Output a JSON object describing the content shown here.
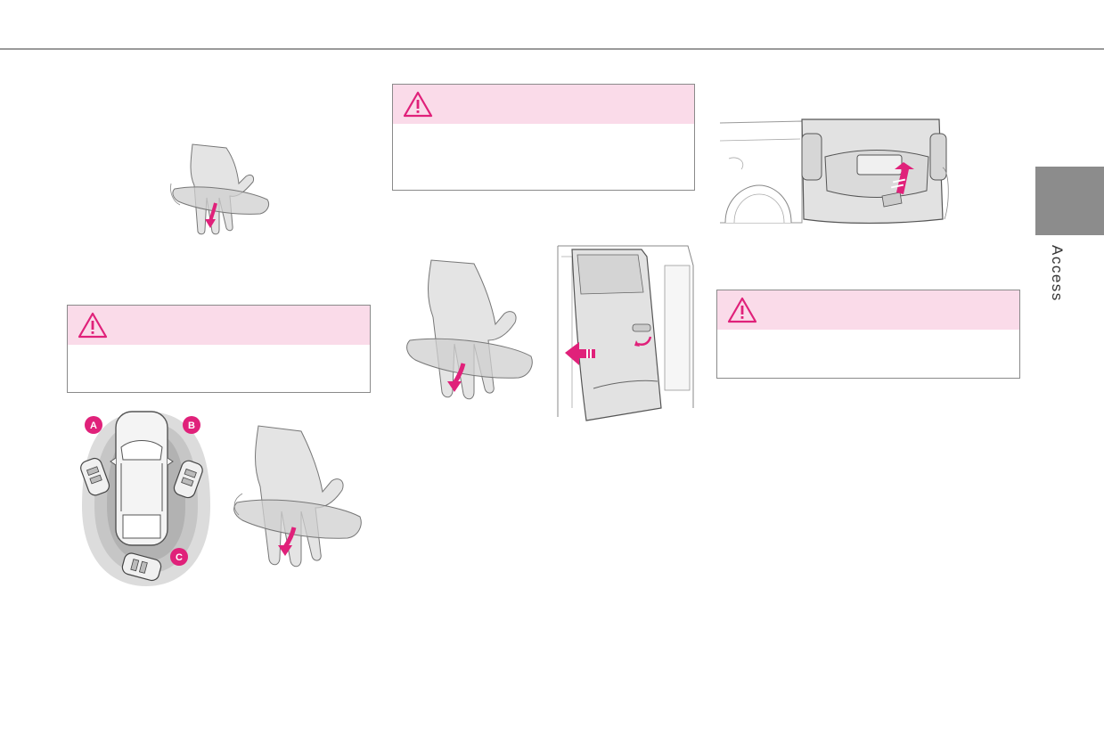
{
  "header": {
    "rule": true
  },
  "side_tab": {
    "label": "Access",
    "color": "#8c8c8c"
  },
  "warning_boxes": [
    {
      "icon": "warning-triangle-icon"
    },
    {
      "icon": "warning-triangle-icon"
    },
    {
      "icon": "warning-triangle-icon"
    }
  ],
  "figures": {
    "zones": {
      "labels": [
        "A",
        "B",
        "C"
      ],
      "accent": "#e0217a"
    }
  },
  "colors": {
    "accent": "#e0217a",
    "warning_header": "#fadbe9",
    "rule": "#9a9a9a"
  }
}
